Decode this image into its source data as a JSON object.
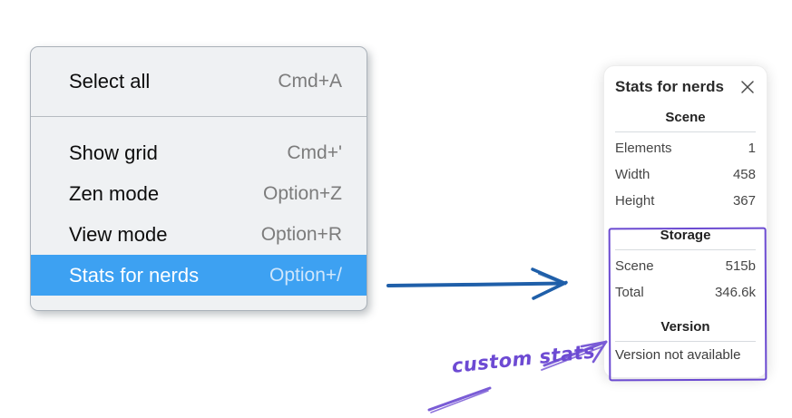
{
  "menu": {
    "items": [
      {
        "label": "Select all",
        "shortcut": "Cmd+A",
        "highlighted": false
      },
      {
        "label": "Show grid",
        "shortcut": "Cmd+'",
        "highlighted": false
      },
      {
        "label": "Zen mode",
        "shortcut": "Option+Z",
        "highlighted": false
      },
      {
        "label": "View mode",
        "shortcut": "Option+R",
        "highlighted": false
      },
      {
        "label": "Stats for nerds",
        "shortcut": "Option+/",
        "highlighted": true
      }
    ]
  },
  "stats_panel": {
    "title": "Stats for nerds",
    "sections": [
      {
        "heading": "Scene",
        "rows": [
          {
            "label": "Elements",
            "value": "1"
          },
          {
            "label": "Width",
            "value": "458"
          },
          {
            "label": "Height",
            "value": "367"
          }
        ]
      },
      {
        "heading": "Storage",
        "rows": [
          {
            "label": "Scene",
            "value": "515b"
          },
          {
            "label": "Total",
            "value": "346.6k"
          }
        ]
      },
      {
        "heading": "Version",
        "rows": [],
        "note": "Version not available"
      }
    ]
  },
  "annotations": {
    "custom_stats_label": "custom stats"
  },
  "colors": {
    "menu_background": "#eff1f3",
    "menu_highlight_blue": "#3da1f2",
    "arrow_blue": "#1f5fa9",
    "annotation_purple": "#6d4ad3",
    "box_purple": "#6b4ad1"
  }
}
